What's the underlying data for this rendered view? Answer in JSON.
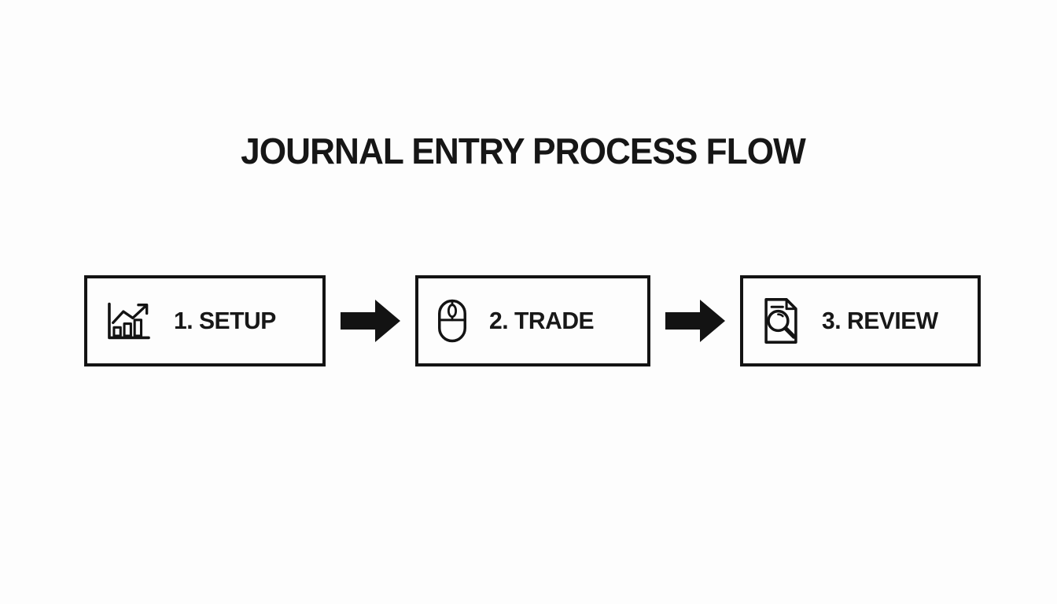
{
  "title": "JOURNAL ENTRY PROCESS FLOW",
  "flow": {
    "steps": [
      {
        "label": "1. SETUP",
        "icon": "chart-growth-icon"
      },
      {
        "label": "2. TRADE",
        "icon": "mouse-icon"
      },
      {
        "label": "3. REVIEW",
        "icon": "document-search-icon"
      }
    ],
    "connector_icon": "arrow-right-icon"
  },
  "colors": {
    "foreground": "#131313",
    "background": "#fdfdfd"
  }
}
